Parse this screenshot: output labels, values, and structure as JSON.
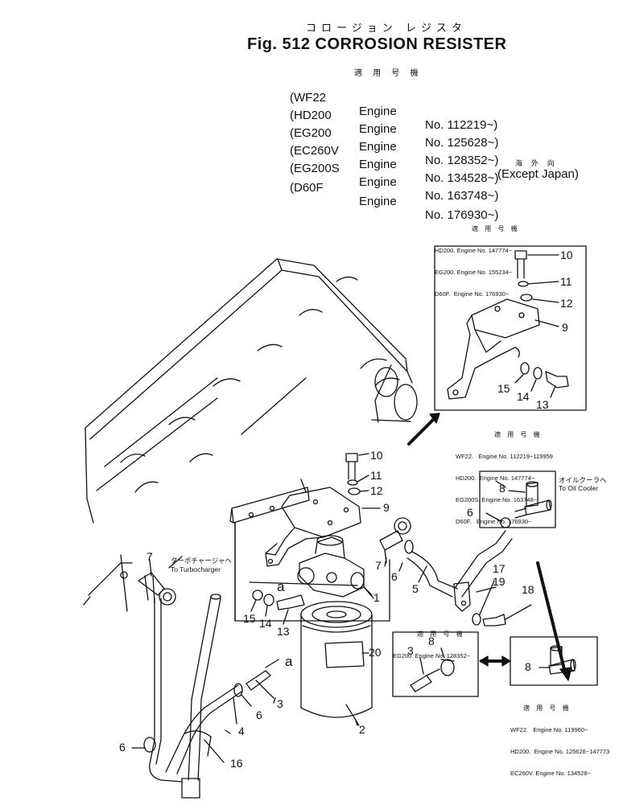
{
  "header": {
    "jp_title": "コロージョン レジスタ",
    "title": "Fig. 512 CORROSION RESISTER",
    "apply_jp": "適 用 号 機",
    "engines": [
      {
        "model": "(WF22",
        "label": "Engine",
        "number": "No. 112219~)"
      },
      {
        "model": "(HD200",
        "label": "Engine",
        "number": "No. 125628~)"
      },
      {
        "model": "(EG200",
        "label": "Engine",
        "number": "No. 128352~)"
      },
      {
        "model": "(EC260V",
        "label": "Engine",
        "number": "No. 134528~)"
      },
      {
        "model": "(EG200S",
        "label": "Engine",
        "number": "No. 163748~)"
      },
      {
        "model": "(D60F",
        "label": "Engine",
        "number": "No. 176930~)"
      }
    ],
    "overseas_jp": "海 外 向",
    "except_japan": "(Except Japan)"
  },
  "inset_top": {
    "hdr": "適 用 号 機",
    "lines": [
      "HD200. Engine No. 147774~",
      "EG200. Engine No. 155234~",
      "D60F.  Engine No. 176930~"
    ]
  },
  "inset_mid": {
    "hdr": "適 用 号 機",
    "lines": [
      "WF22.   Engine No. 112219~119959",
      "HD200.  Engine No. 147774~",
      "EG200S. Engine No. 163748~",
      "D60F.   Engine No. 176930~"
    ]
  },
  "inset_lower": {
    "hdr": "適 用 号 機",
    "lines": [
      "EG200. Engine No. 128352~"
    ]
  },
  "inset_bottom": {
    "hdr": "適 用 号 機",
    "lines": [
      "WF22.   Engine No. 119960~",
      "HD200.  Engine No. 125628~147773",
      "EC260V. Engine No. 134528~"
    ]
  },
  "labels": {
    "turbo_jp": "ターボチャージャへ",
    "turbo_en": "To Turbocharger",
    "oil_jp": "オイルクーラへ",
    "oil_en": "To Oil Cooler"
  },
  "callouts": {
    "c10": "10",
    "c11": "11",
    "c12": "12",
    "c9": "9",
    "c15": "15",
    "c14": "14",
    "c13": "13",
    "c8": "8",
    "c7": "7",
    "c6": "6",
    "c5": "5",
    "c17": "17",
    "c19": "19",
    "c18": "18",
    "c1": "1",
    "c20": "20",
    "c2": "2",
    "c3": "3",
    "c4": "4",
    "c16": "16",
    "ca": "a"
  }
}
